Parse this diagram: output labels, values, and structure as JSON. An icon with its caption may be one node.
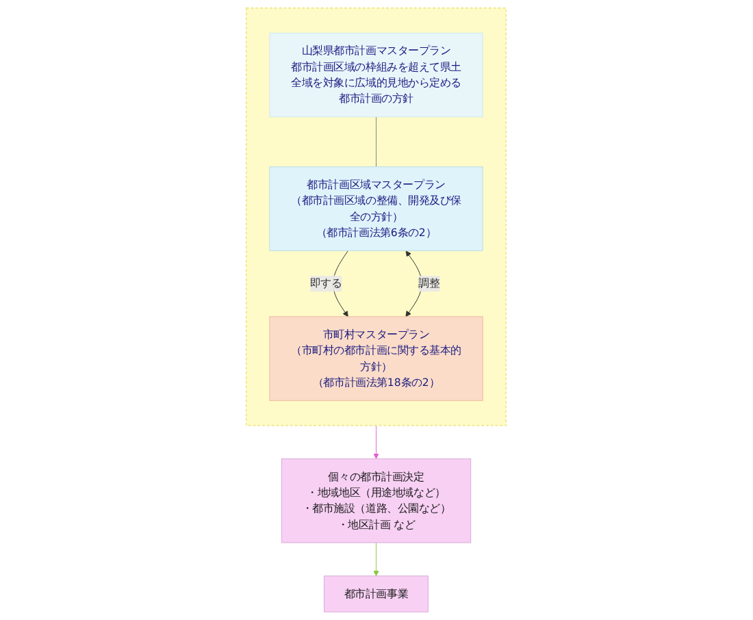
{
  "diagram": {
    "nodes": [
      {
        "text": [],
        "shape": "box"
      },
      {
        "text": [
          "山梨県都市計画マスタープラン",
          "都市計画区域の枠組みを超えて県土全域を対象に広域的見地から定める都市計画の方針"
        ],
        "in": 0
      },
      {
        "text": [
          "都市計画区域マスタープラン",
          "（都市計画区域の整備、開発及び保全の方針）",
          "（都市計画法第6条の2）"
        ],
        "in": 0
      },
      {
        "text": [
          "市町村マスタープラン",
          "（市町村の都市計画に関する基本的方針）",
          "（都市計画法第18条の2）"
        ],
        "in": 0
      },
      {
        "text": [
          "個々の都市計画決定",
          "・地域地区（用途地域など）",
          "・都市施設（道路、公園など）",
          "・地区計画 など"
        ]
      },
      {
        "text": [
          "都市計画事業"
        ]
      }
    ],
    "edges": [
      {
        "from": 1,
        "to": 2,
        "arrow": "none",
        "color": "#808080"
      },
      {
        "from": 2,
        "to": 3,
        "label": "即する",
        "arrow": "to"
      },
      {
        "from": 2,
        "to": 3,
        "label": "調整",
        "arrow": "both"
      },
      {
        "from": 0,
        "to": 4,
        "arrow": "to",
        "color": "#e060d0"
      },
      {
        "from": 4,
        "to": 5,
        "arrow": "to",
        "color": "#8cc63f"
      }
    ]
  }
}
